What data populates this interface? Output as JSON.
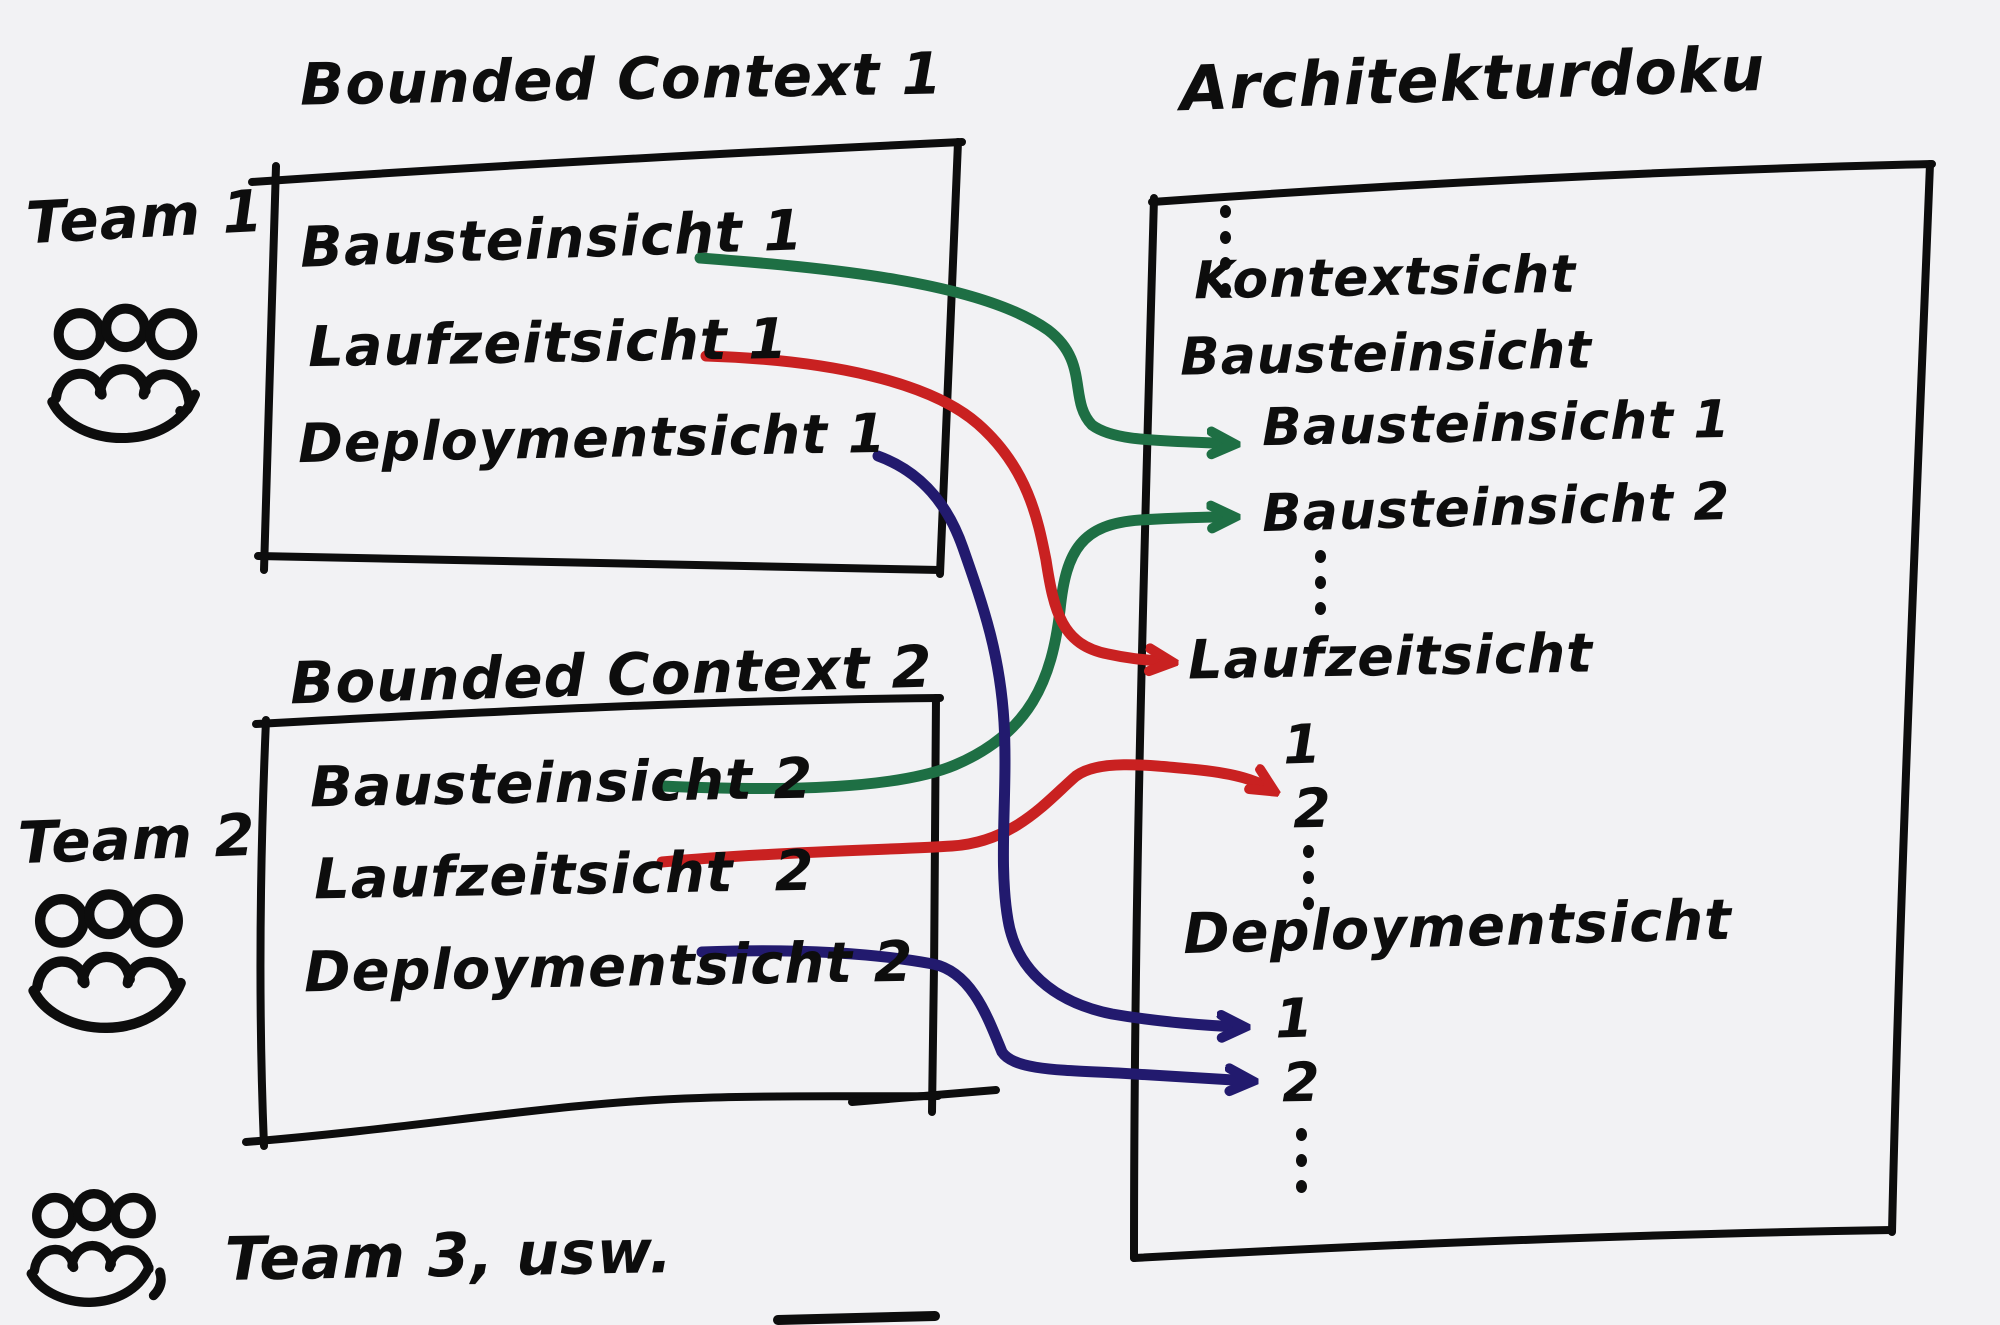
{
  "colors": {
    "paper": "#f2f2f4",
    "ink": "#0d0d0d",
    "green": "#1e6f44",
    "red": "#c92121",
    "blue": "#221a6e"
  },
  "teams": [
    {
      "label": "Team 1"
    },
    {
      "label": "Team 2"
    },
    {
      "label": "Team 3, usw."
    }
  ],
  "bc1": {
    "title": "Bounded Context 1",
    "views": [
      "Bausteinsicht 1",
      "Laufzeitsicht 1",
      "Deploymentsicht 1"
    ]
  },
  "bc2": {
    "title": "Bounded Context 2",
    "views": [
      "Bausteinsicht 2",
      "Laufzeitsicht  2",
      "Deploymentsicht 2"
    ]
  },
  "doc": {
    "title": "Architekturdoku",
    "kontextsicht": "Kontextsicht",
    "bausteinsicht": "Bausteinsicht",
    "bausteinsicht_1": "Bausteinsicht 1",
    "bausteinsicht_2": "Bausteinsicht 2",
    "laufzeitsicht": "Laufzeitsicht",
    "laufzeit_nr_1": "1",
    "laufzeit_nr_2": "2",
    "deploymentsicht": "Deploymentsicht",
    "deploy_nr_1": "1",
    "deploy_nr_2": "2"
  },
  "mappings": [
    {
      "source": "Bounded Context 1 / Bausteinsicht 1",
      "target": "Architekturdoku / Bausteinsicht 1",
      "color": "#1e6f44"
    },
    {
      "source": "Bounded Context 2 / Bausteinsicht 2",
      "target": "Architekturdoku / Bausteinsicht 2",
      "color": "#1e6f44"
    },
    {
      "source": "Bounded Context 1 / Laufzeitsicht 1",
      "target": "Architekturdoku / Laufzeitsicht",
      "color": "#c92121"
    },
    {
      "source": "Bounded Context 2 / Laufzeitsicht 2",
      "target": "Architekturdoku / Laufzeitsicht 2",
      "color": "#c92121"
    },
    {
      "source": "Bounded Context 1 / Deploymentsicht 1",
      "target": "Architekturdoku / Deploymentsicht 1",
      "color": "#221a6e"
    },
    {
      "source": "Bounded Context 2 / Deploymentsicht 2",
      "target": "Architekturdoku / Deploymentsicht 2",
      "color": "#221a6e"
    }
  ]
}
